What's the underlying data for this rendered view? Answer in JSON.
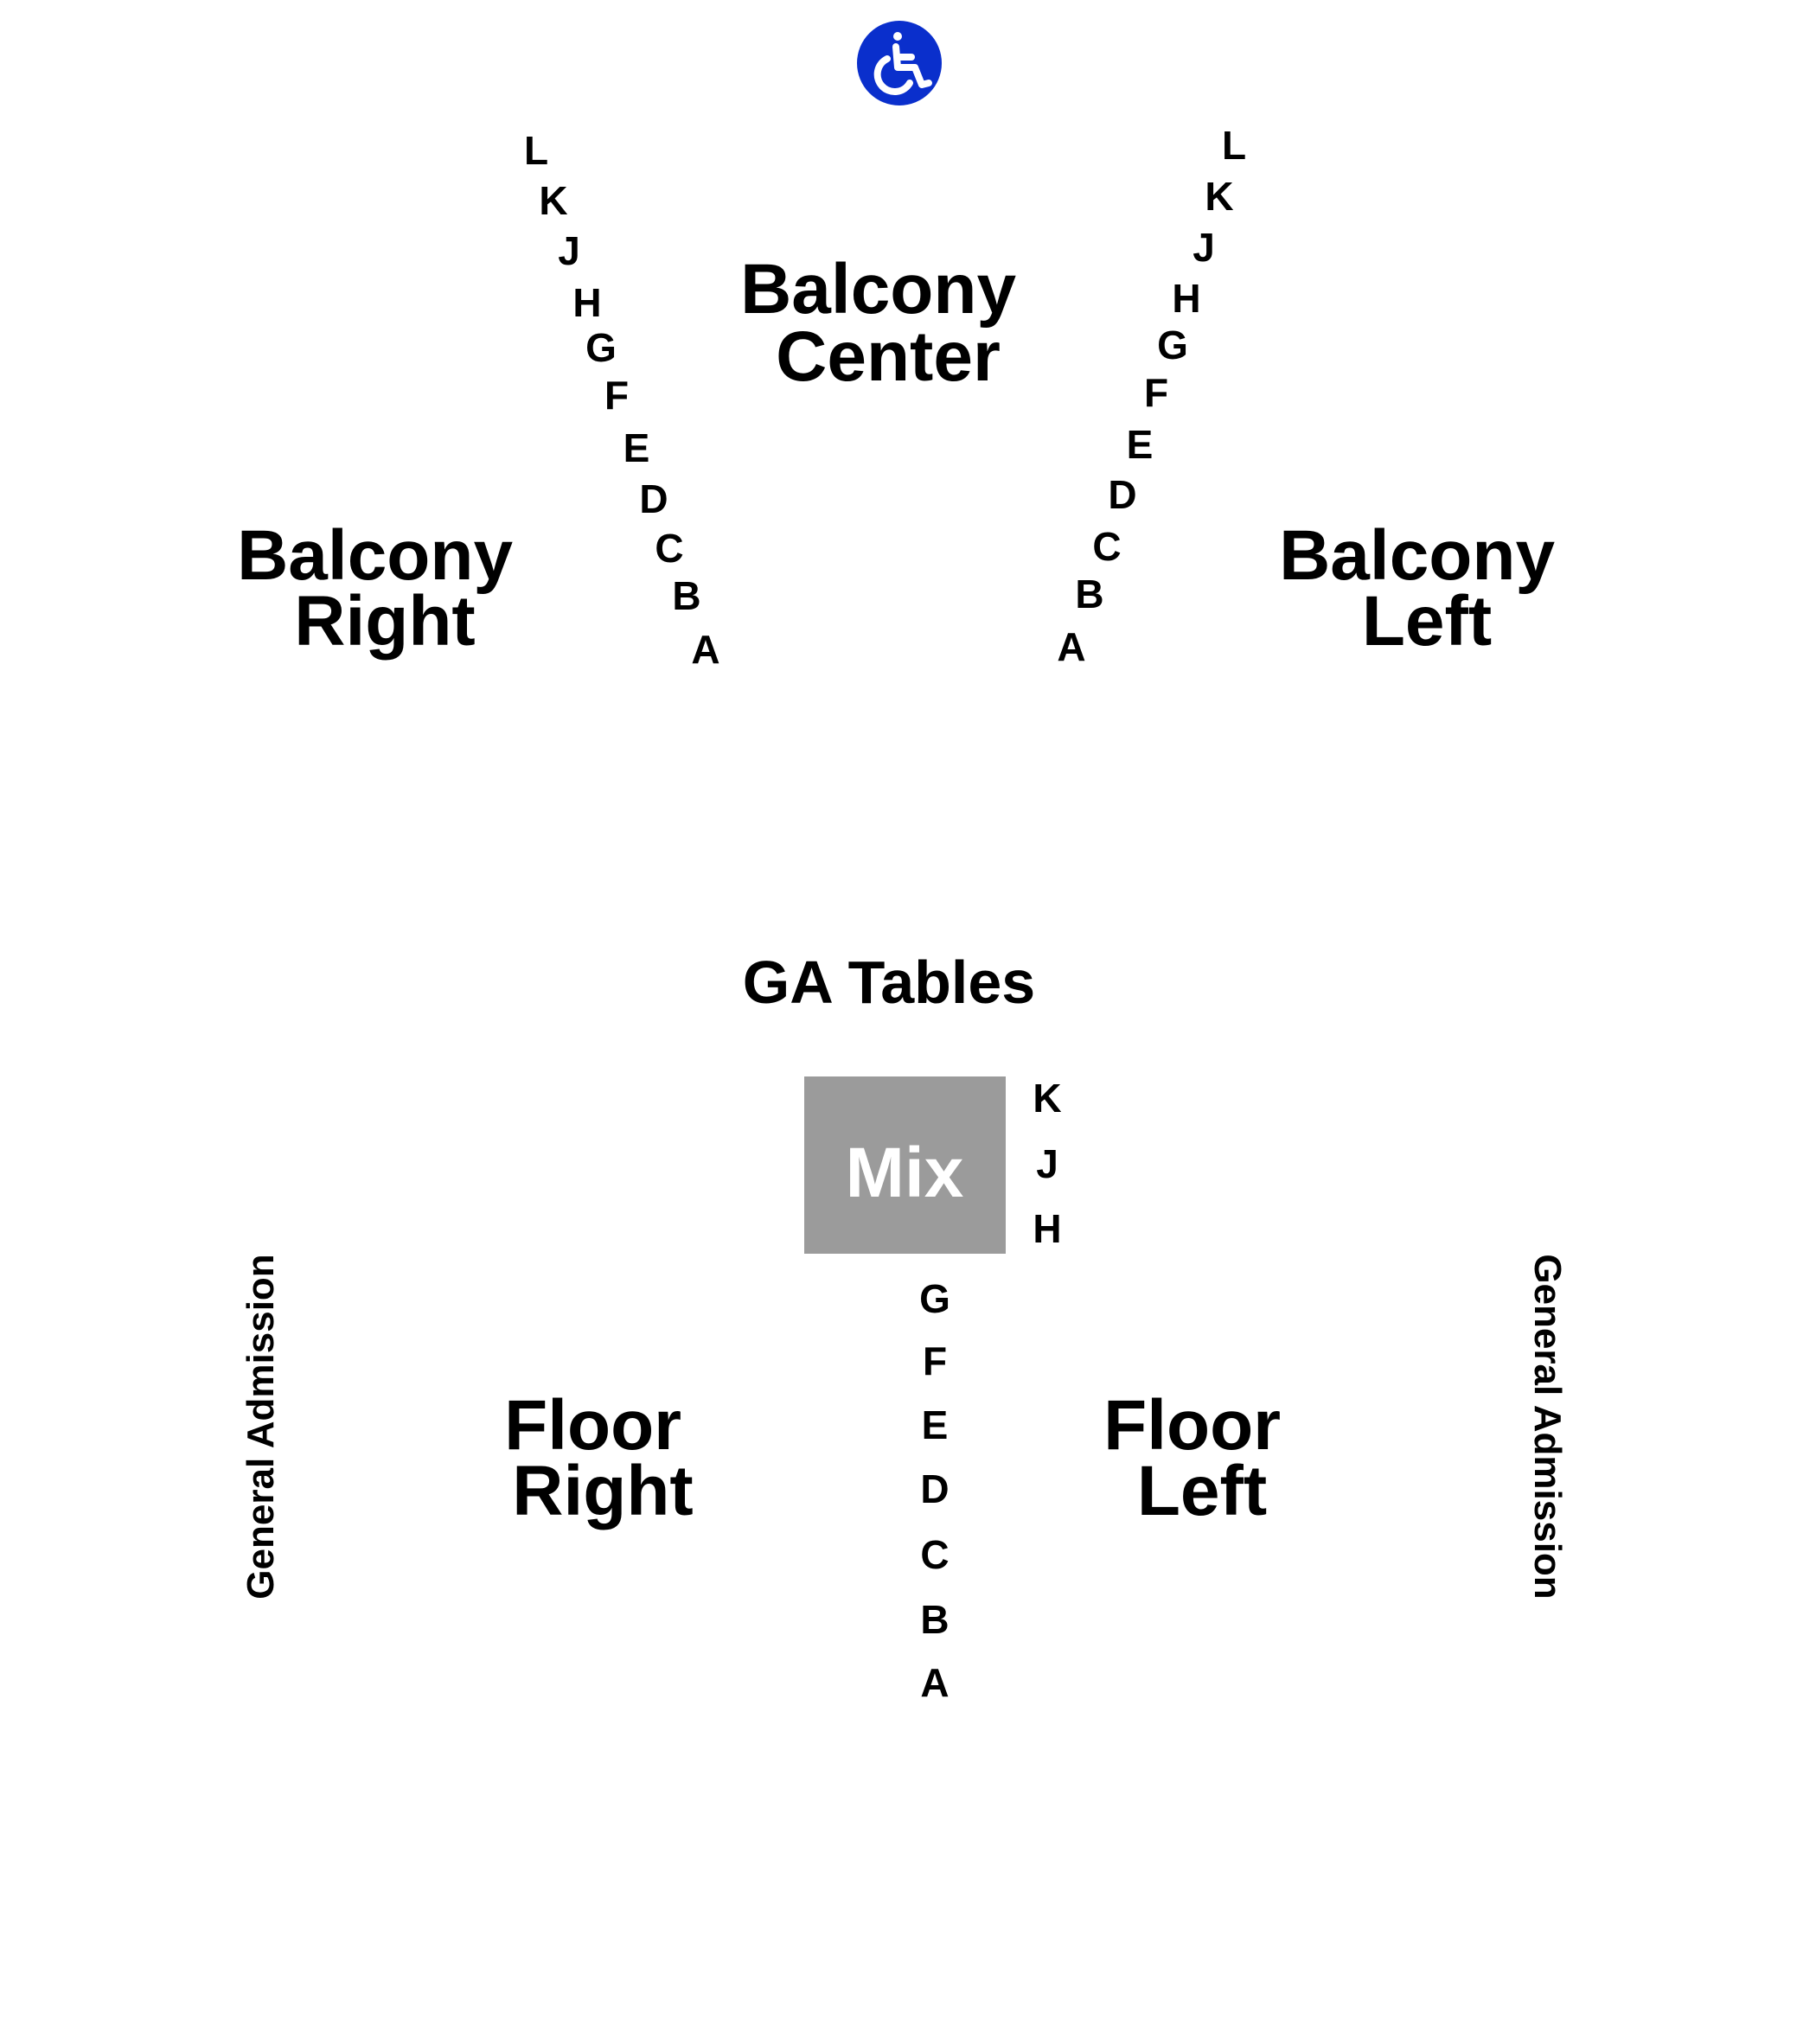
{
  "colors": {
    "accessible_badge": "#0a2fcc",
    "mix_box": "#9b9b9b",
    "mix_text": "#ffffff",
    "text": "#000000",
    "background": "#ffffff"
  },
  "accessible": {
    "icon": "wheelchair-icon"
  },
  "sections": {
    "balcony_center": [
      "Balcony",
      "Center"
    ],
    "balcony_right": [
      "Balcony",
      "Right"
    ],
    "balcony_left": [
      "Balcony",
      "Left"
    ],
    "ga_tables": "GA Tables",
    "floor_right": [
      "Floor",
      "Right"
    ],
    "floor_left": [
      "Floor",
      "Left"
    ],
    "general_admission_left": "General Admission",
    "general_admission_right": "General Admission"
  },
  "mix": {
    "label": "Mix"
  },
  "rows": {
    "balcony_right": [
      "L",
      "K",
      "J",
      "H",
      "G",
      "F",
      "E",
      "D",
      "C",
      "B",
      "A"
    ],
    "balcony_left": [
      "L",
      "K",
      "J",
      "H",
      "G",
      "F",
      "E",
      "D",
      "C",
      "B",
      "A"
    ],
    "floor_upper": [
      "K",
      "J",
      "H"
    ],
    "floor_center": [
      "G",
      "F",
      "E",
      "D",
      "C",
      "B",
      "A"
    ]
  }
}
